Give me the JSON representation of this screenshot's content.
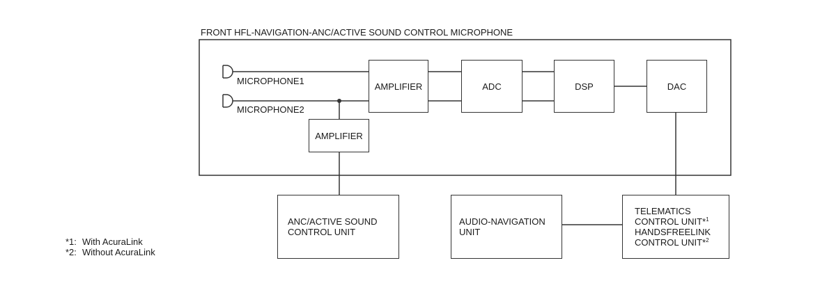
{
  "module": {
    "title": "FRONT HFL-NAVIGATION-ANC/ACTIVE SOUND CONTROL MICROPHONE"
  },
  "microphones": [
    {
      "label": "MICROPHONE1"
    },
    {
      "label": "MICROPHONE2"
    }
  ],
  "blocks": {
    "amplifier_main": "AMPLIFIER",
    "adc": "ADC",
    "dsp": "DSP",
    "dac": "DAC",
    "amplifier_anc": "AMPLIFIER"
  },
  "units": {
    "anc": {
      "line1": "ANC/ACTIVE SOUND",
      "line2": "CONTROL UNIT"
    },
    "audio_nav": {
      "line1": "AUDIO-NAVIGATION",
      "line2": "UNIT"
    },
    "telematics": {
      "line1": "TELEMATICS",
      "line2": "CONTROL UNIT*",
      "line2_sup": "1",
      "line3": "HANDSFREELINK",
      "line4": "CONTROL UNIT*",
      "line4_sup": "2"
    }
  },
  "notes": [
    {
      "key": "*1:",
      "text": "With AcuraLink"
    },
    {
      "key": "*2:",
      "text": "Without AcuraLink"
    }
  ]
}
